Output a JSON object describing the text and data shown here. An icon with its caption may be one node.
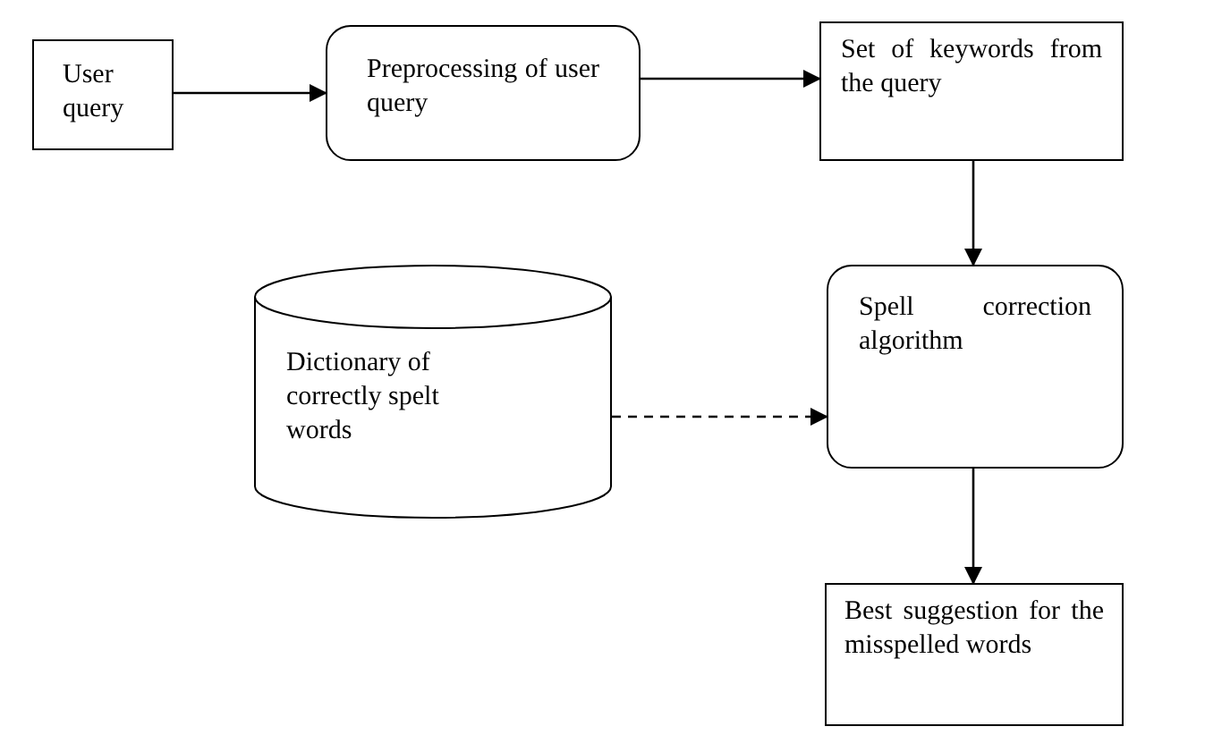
{
  "diagram": {
    "nodes": [
      {
        "text": [
          "User query"
        ]
      },
      {
        "text": [
          "Preprocessing of user query"
        ]
      },
      {
        "text": [
          "Set of keywords from the query"
        ]
      },
      {
        "text": [
          "Dictionary of correctly spelt words"
        ]
      },
      {
        "text": [
          "Spell correction algorithm"
        ]
      },
      {
        "text": [
          "Best suggestion for the misspelled words"
        ]
      }
    ],
    "edges": [
      {
        "from": 0,
        "to": 1,
        "arrow": "to"
      },
      {
        "from": 1,
        "to": 2,
        "arrow": "to"
      },
      {
        "from": 2,
        "to": 4,
        "arrow": "to"
      },
      {
        "from": 3,
        "to": 4,
        "arrow": "to",
        "style": "dashed"
      },
      {
        "from": 4,
        "to": 5,
        "arrow": "to"
      }
    ]
  }
}
